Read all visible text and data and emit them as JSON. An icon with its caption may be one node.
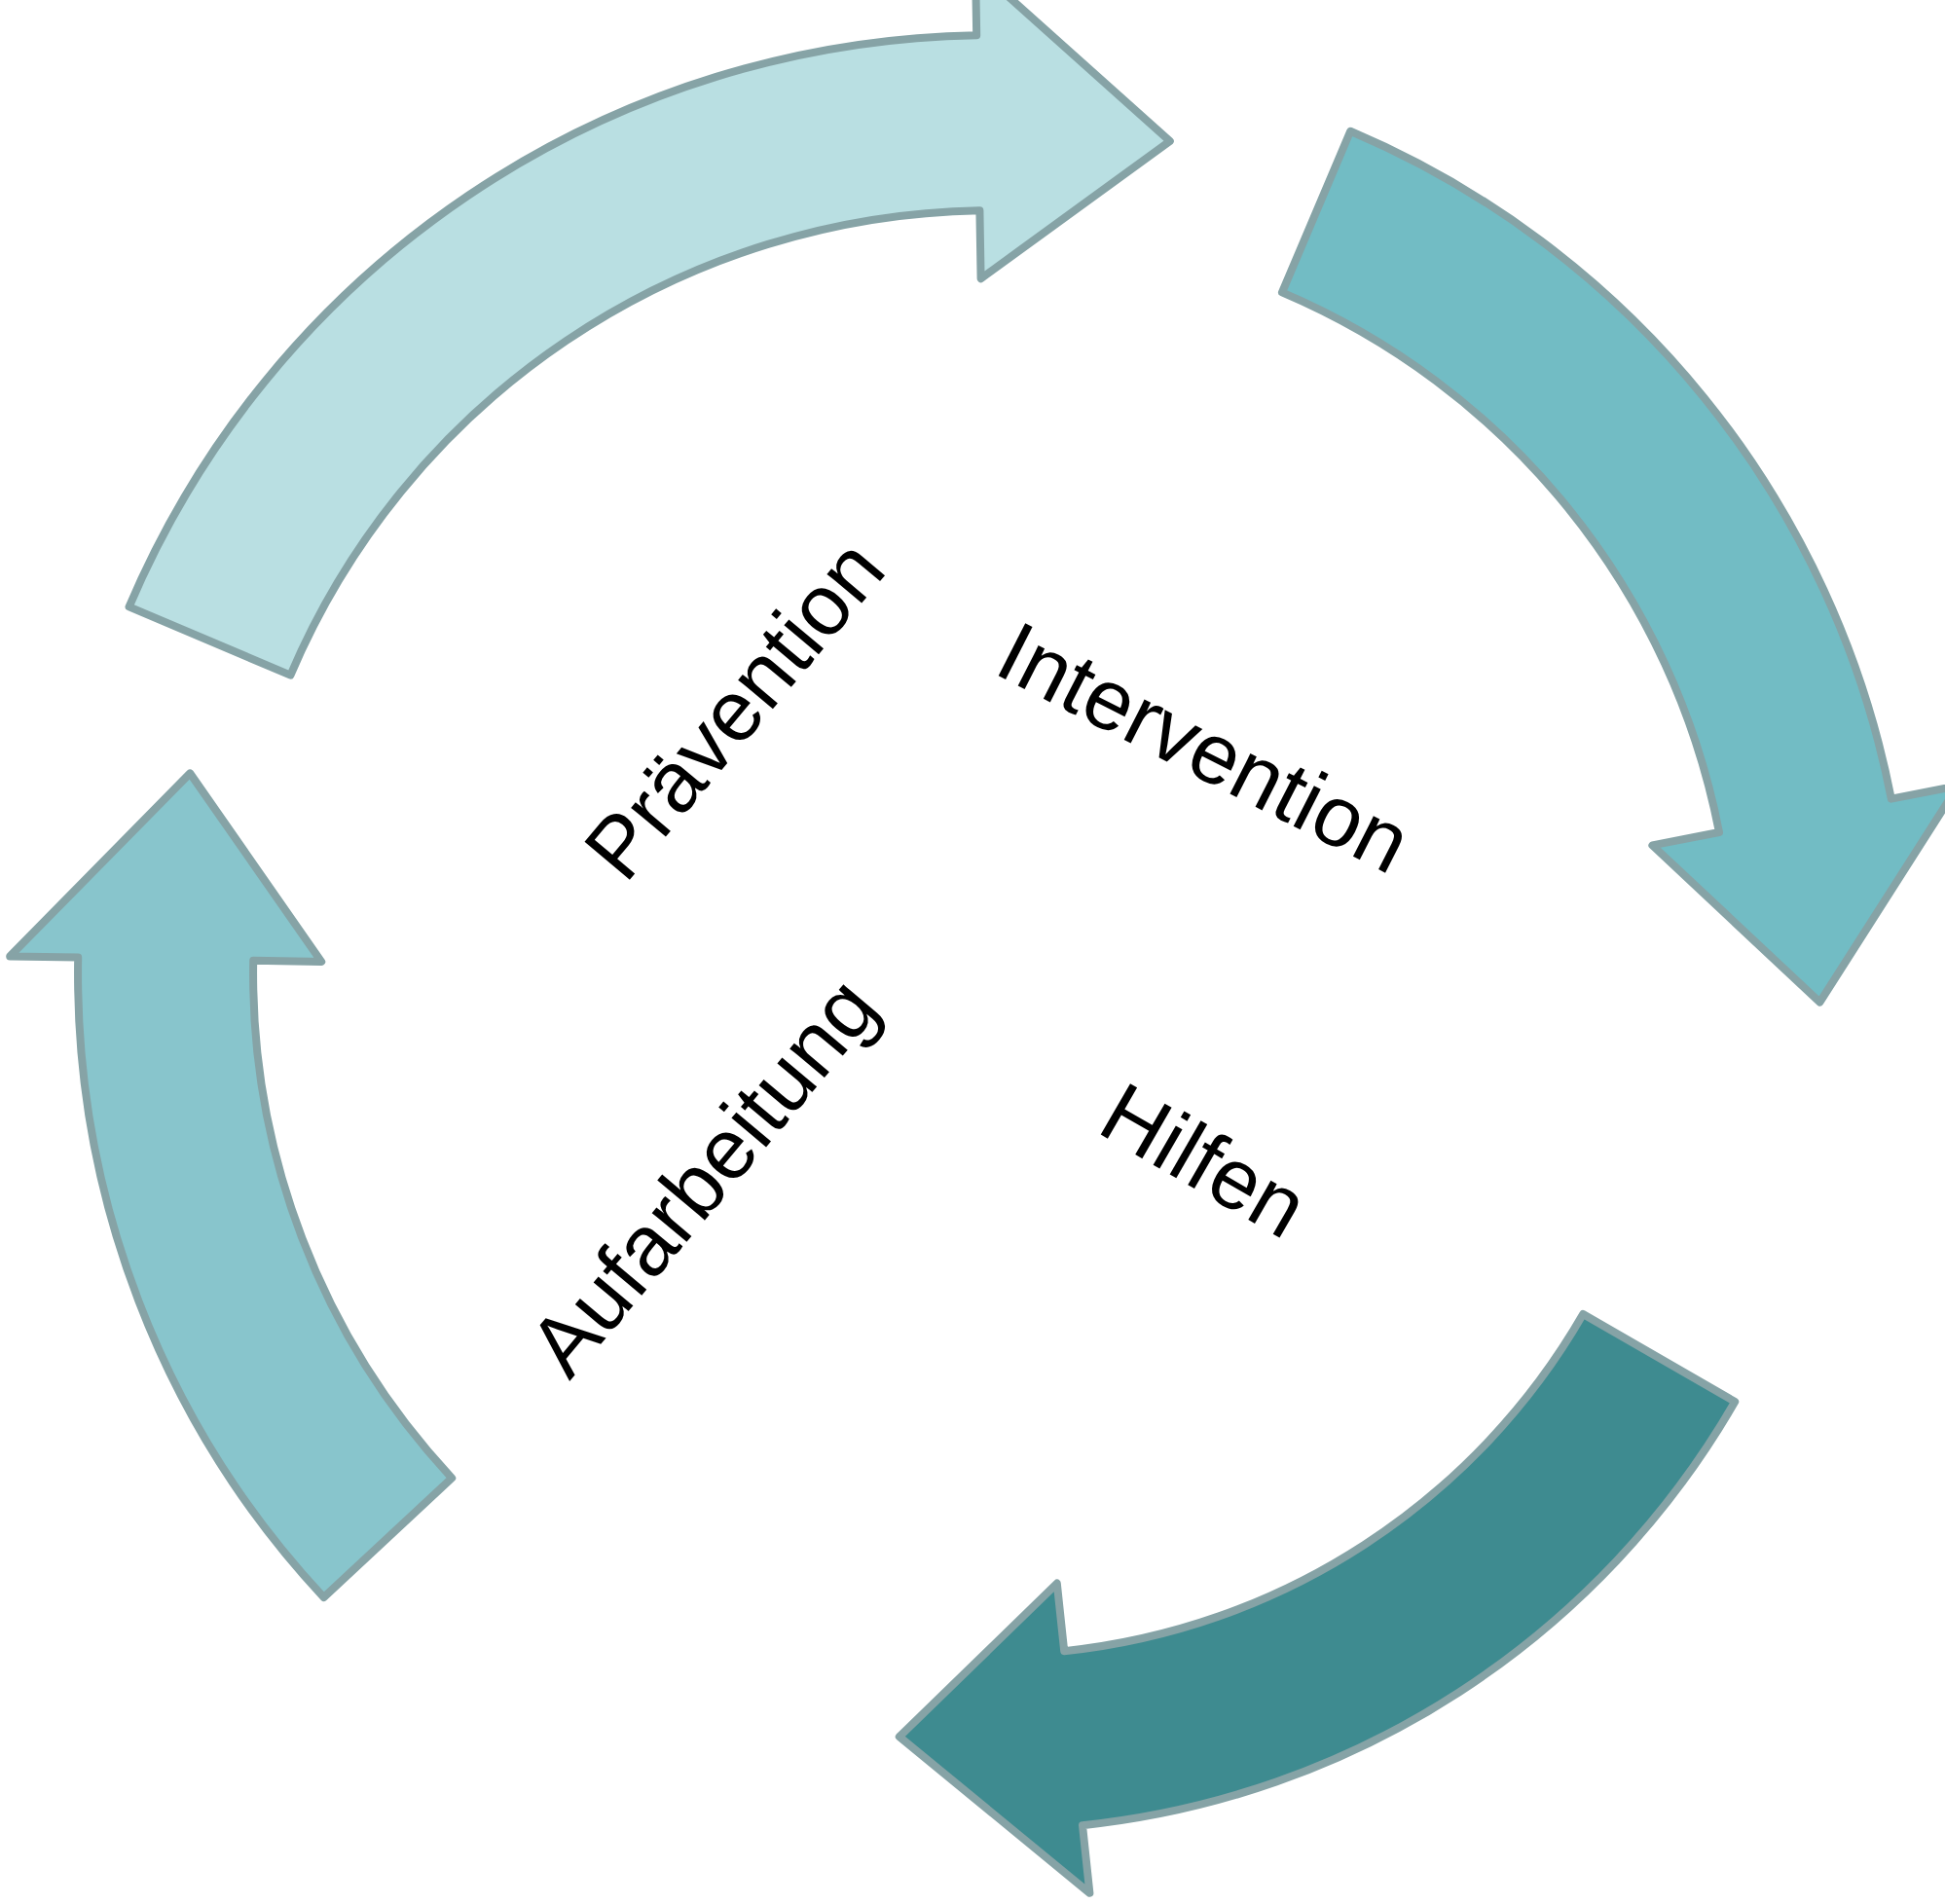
{
  "diagram": {
    "labels": [
      "Prävention",
      "Intervention",
      "Aufarbeitung",
      "Hilfen"
    ]
  }
}
